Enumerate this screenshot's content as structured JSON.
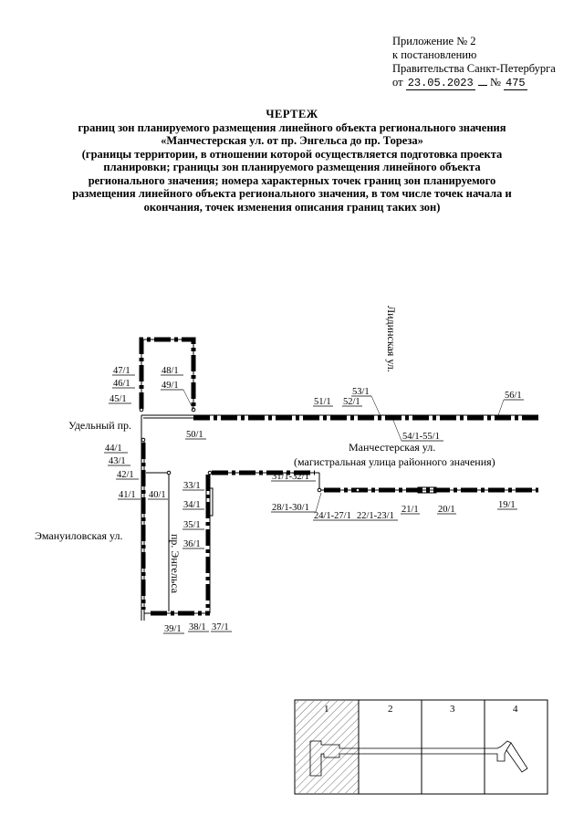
{
  "appendix": {
    "line1": "Приложение № 2",
    "line2": "к постановлению",
    "line3": "Правительства Санкт-Петербурга",
    "from": "от",
    "date": "23.05.2023",
    "no_label": "№",
    "number": "475"
  },
  "title": {
    "heading": "ЧЕРТЕЖ",
    "line1": "границ зон планируемого размещения линейного объекта регионального значения",
    "line2": "«Манчестерская ул. от пр. Энгельса до пр. Тореза»",
    "line3": "(границы территории, в отношении которой осуществляется подготовка проекта",
    "line4": "планировки; границы зон планируемого размещения линейного объекта",
    "line5": "регионального значения; номера характерных точек границ зон планируемого",
    "line6": "размещения линейного объекта регионального значения, в том числе точек начала и",
    "line7": "окончания, точек изменения описания границ таких зон)"
  },
  "streets": {
    "lidinskaya": "Лидинская ул.",
    "udelny": "Удельный пр.",
    "manchesterskaya": "Манчестерская ул.",
    "manchesterskaya_note": "(магистральная улица районного значения)",
    "emanuilovskaya": "Эмануиловская ул.",
    "engelsa": "пр. Энгельса"
  },
  "points": {
    "p47": "47/1",
    "p46": "46/1",
    "p45": "45/1",
    "p48": "48/1",
    "p49": "49/1",
    "p50": "50/1",
    "p51": "51/1",
    "p52": "52/1",
    "p53": "53/1",
    "p54": "54/1-55/1",
    "p56": "56/1",
    "p44": "44/1",
    "p43": "43/1",
    "p42": "42/1",
    "p41": "41/1",
    "p40": "40/1",
    "p33": "33/1",
    "p34": "34/1",
    "p35": "35/1",
    "p36": "36/1",
    "p39": "39/1",
    "p38": "38/1",
    "p37": "37/1",
    "p31": "31/1-32/1",
    "p28": "28/1-30/1",
    "p24": "24/1-27/1",
    "p22": "22/1-23/1",
    "p21": "21/1",
    "p20": "20/1",
    "p19": "19/1"
  },
  "index_map": {
    "sheets": [
      "1",
      "2",
      "3",
      "4"
    ],
    "current_sheet": "1"
  },
  "colors": {
    "boundary": "#000000",
    "hatch": "#444444"
  }
}
